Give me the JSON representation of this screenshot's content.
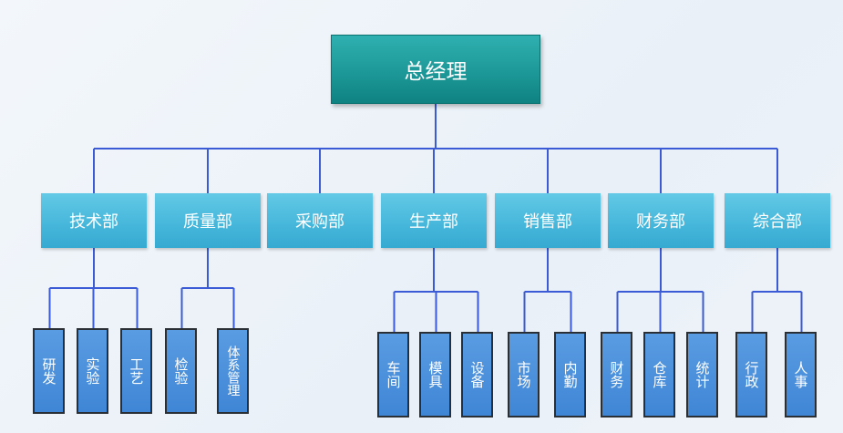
{
  "root": {
    "label": "总经理"
  },
  "departments": [
    {
      "label": "技术部",
      "children": [
        "研发",
        "实验",
        "工艺"
      ]
    },
    {
      "label": "质量部",
      "children": [
        "检验",
        "体系管理"
      ]
    },
    {
      "label": "采购部",
      "children": []
    },
    {
      "label": "生产部",
      "children": [
        "车间",
        "模具",
        "设备"
      ]
    },
    {
      "label": "销售部",
      "children": [
        "市场",
        "内勤"
      ]
    },
    {
      "label": "财务部",
      "children": [
        "财务",
        "仓库",
        "统计"
      ]
    },
    {
      "label": "综合部",
      "children": [
        "行政",
        "人事"
      ]
    }
  ],
  "colors": {
    "connector": "#3b5bd6",
    "root": "#1d9898",
    "department": "#45b6da",
    "unit": "#3f86d6"
  }
}
